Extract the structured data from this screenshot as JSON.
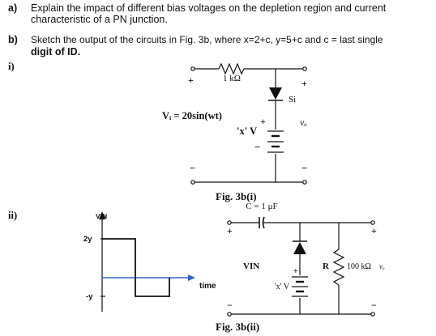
{
  "question_a": {
    "label": "a)",
    "line1": "Explain the impact of different bias voltages on the depletion region and current",
    "line2": "characteristic of a PN junction."
  },
  "question_b": {
    "label": "b)",
    "line1": "Sketch the output of the circuits in Fig. 3b, where x=2+c, y=5+c and c = last single",
    "line2": "digit of ID."
  },
  "part_i": {
    "label": "i)",
    "resistor_label": "1 kΩ",
    "source_label": "Vᵢ = 20sin(wt)",
    "diode_label": "Si",
    "battery_label": "'x' V",
    "output_label": "vₒ",
    "plus": "+",
    "minus": "−",
    "caption": "Fig. 3b(i)"
  },
  "part_ii": {
    "label": "ii)",
    "y_axis_label": "VIN",
    "pos_level": "2y",
    "neg_level": "-y",
    "x_axis_label": "time",
    "capacitor_label": "C = 1 μF",
    "input_label": "VIN",
    "resistor_label": "100 kΩ",
    "resistor_name": "R",
    "battery_label": "'x' V",
    "output_label": "vₒ",
    "plus": "+",
    "minus": "−",
    "caption": "Fig. 3b(ii)"
  }
}
